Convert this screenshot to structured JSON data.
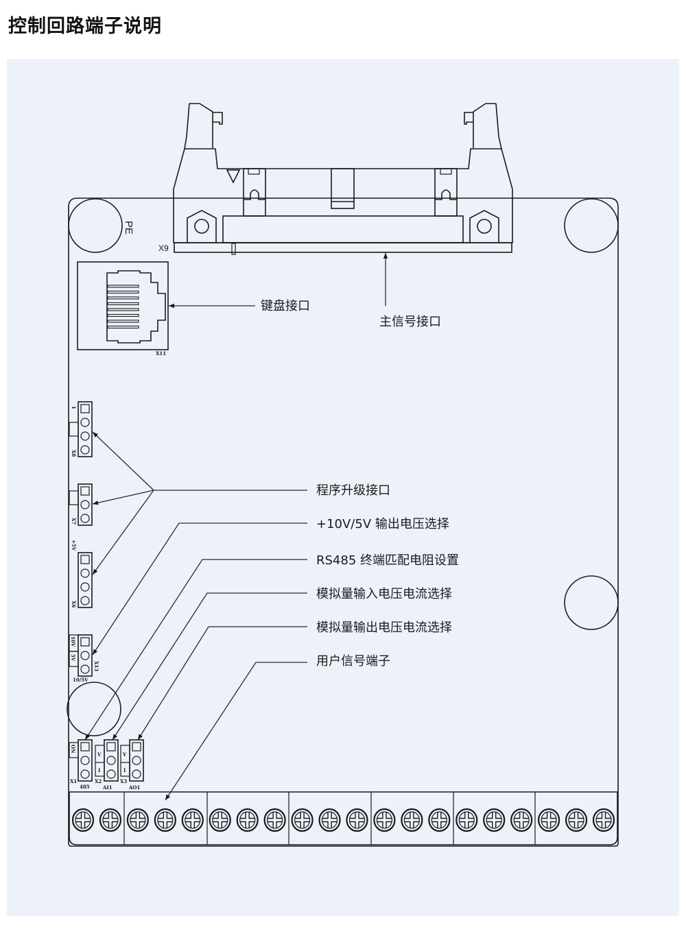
{
  "page": {
    "title": "控制回路端子说明",
    "panel_bg": "#edf1f9",
    "line_color": "#1a1a1a"
  },
  "board": {
    "pe_label": "PE",
    "x9_label": "X9",
    "x11_label": "X11",
    "headers": {
      "x8_label": "X8",
      "x7_label": "X7",
      "x6_label": "X6",
      "x6_mark": "+5V",
      "x13_label": "X13",
      "x13_top": "10V",
      "x13_bottom": "5V",
      "x13_caption": "10/5V",
      "x1_label": "X1",
      "x1_side": "ON",
      "x1_caption": "485",
      "x2_label": "X2",
      "x2_caption": "AI1",
      "x3_label": "X3",
      "x3_caption": "AO1",
      "v_mark": "V",
      "i_mark": "I",
      "pin1_mark": "1"
    },
    "terminal_screw_count": 20
  },
  "callouts": [
    {
      "id": "keyboard",
      "text": "键盘接口"
    },
    {
      "id": "main-signal",
      "text": "主信号接口"
    },
    {
      "id": "program-upgrade",
      "text": "程序升级接口"
    },
    {
      "id": "voltage-select",
      "text": "+10V/5V 输出电压选择"
    },
    {
      "id": "rs485-termination",
      "text": "RS485 终端匹配电阻设置"
    },
    {
      "id": "ai-select",
      "text": "模拟量输入电压电流选择"
    },
    {
      "id": "ao-select",
      "text": "模拟量输出电压电流选择"
    },
    {
      "id": "user-terminals",
      "text": "用户信号端子"
    }
  ]
}
